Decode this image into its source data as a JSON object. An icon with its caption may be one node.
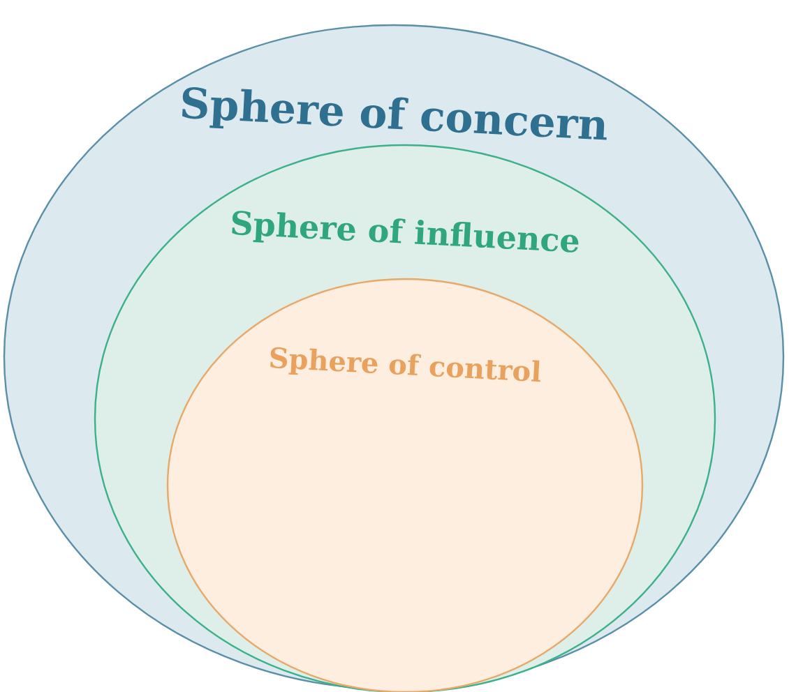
{
  "diagram": {
    "nodes": [
      {
        "text": [
          "Sphere of concern"
        ]
      },
      {
        "text": [
          "Sphere of influence"
        ],
        "in": 0
      },
      {
        "text": [
          "Sphere of control"
        ],
        "in": 1
      }
    ]
  }
}
